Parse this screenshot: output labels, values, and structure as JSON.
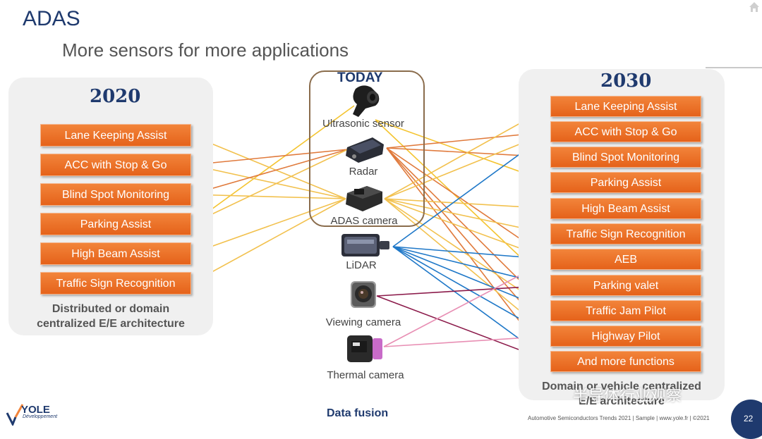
{
  "header": {
    "title": "ADAS",
    "subtitle": "More sensors for more applications"
  },
  "left_panel": {
    "year": "2020",
    "apps": [
      "Lane Keeping Assist",
      "ACC with Stop & Go",
      "Blind Spot Monitoring",
      "Parking Assist",
      "High Beam Assist",
      "Traffic Sign Recognition"
    ],
    "caption_line1": "Distributed or domain",
    "caption_line2": "centralized E/E architecture"
  },
  "center": {
    "today_label": "TODAY",
    "sensors": [
      "Ultrasonic sensor",
      "Radar",
      "ADAS camera",
      "LiDAR",
      "Viewing camera",
      "Thermal camera"
    ],
    "data_fusion": "Data fusion"
  },
  "right_panel": {
    "year": "2030",
    "apps": [
      "Lane Keeping Assist",
      "ACC with Stop & Go",
      "Blind Spot Monitoring",
      "Parking Assist",
      "High Beam Assist",
      "Traffic Sign Recognition",
      "AEB",
      "Parking valet",
      "Traffic Jam Pilot",
      "Highway Pilot",
      "And more functions"
    ],
    "caption_line1": "Domain or vehicle centralized",
    "caption_line2": "E/E architecture"
  },
  "footer": {
    "citation": "Automotive Semiconductors Trends 2021 | Sample | www.yole.fr | ©2021",
    "page": "22",
    "logo_name": "YOLE",
    "logo_sub": "Développement",
    "watermark": "半导体行业观察"
  },
  "colors": {
    "title_blue": "#1f3a6e",
    "app_orange": "#ec6b22",
    "ultrasonic_line": "#f4c430",
    "radar_line": "#e07a3c",
    "camera_line": "#f2c14e",
    "lidar_line": "#1f78c8",
    "viewing_line": "#8b1a4a",
    "thermal_line": "#e88fb4"
  },
  "icons": [
    "home-icon",
    "ultrasonic-sensor-icon",
    "radar-icon",
    "adas-camera-icon",
    "lidar-icon",
    "viewing-camera-icon",
    "thermal-camera-icon",
    "yole-logo"
  ]
}
